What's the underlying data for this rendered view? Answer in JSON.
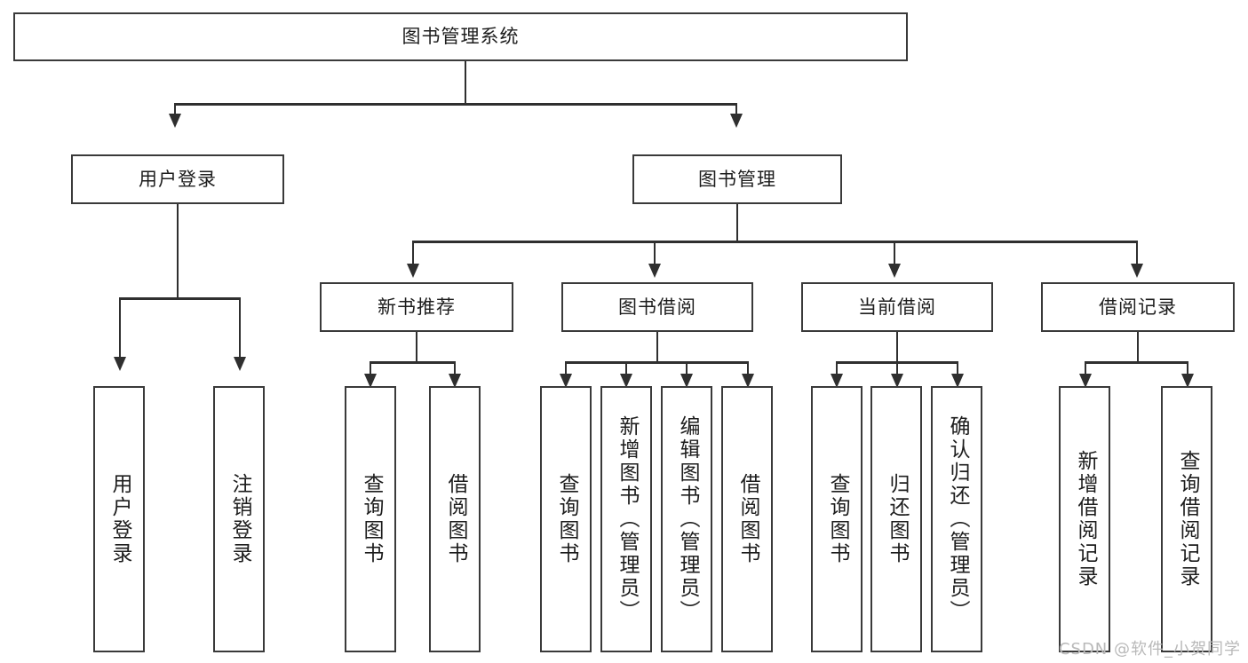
{
  "diagram": {
    "title": "图书管理系统",
    "type": "hierarchy-tree",
    "watermark": "CSDN @软件_小贺同学",
    "colors": {
      "background": "#ffffff",
      "box_border": "#3a3a3a",
      "connector": "#2f2f2f",
      "text": "#1d1d1d",
      "watermark": "#b9b9b9"
    },
    "root": {
      "id": "root",
      "label": "图书管理系统"
    },
    "level2": [
      {
        "id": "user-login",
        "label": "用户登录"
      },
      {
        "id": "book-manage",
        "label": "图书管理"
      }
    ],
    "level3": [
      {
        "id": "new-book-rec",
        "label": "新书推荐"
      },
      {
        "id": "book-borrow",
        "label": "图书借阅"
      },
      {
        "id": "current-borrow",
        "label": "当前借阅"
      },
      {
        "id": "borrow-record",
        "label": "借阅记录"
      }
    ],
    "leaves": {
      "user_login": [
        {
          "id": "leaf-user-login",
          "label": "用户登录"
        },
        {
          "id": "leaf-user-logout",
          "label": "注销登录"
        }
      ],
      "new_book_rec": [
        {
          "id": "leaf-query-book-1",
          "label": "查询图书"
        },
        {
          "id": "leaf-borrow-book-1",
          "label": "借阅图书"
        }
      ],
      "book_borrow": [
        {
          "id": "leaf-query-book-2",
          "label": "查询图书"
        },
        {
          "id": "leaf-add-book",
          "label": "新增图书（管理员）"
        },
        {
          "id": "leaf-edit-book",
          "label": "编辑图书（管理员）"
        },
        {
          "id": "leaf-borrow-book-2",
          "label": "借阅图书"
        }
      ],
      "current_borrow": [
        {
          "id": "leaf-query-book-3",
          "label": "查询图书"
        },
        {
          "id": "leaf-return-book",
          "label": "归还图书"
        },
        {
          "id": "leaf-confirm-return",
          "label": "确认归还（管理员）"
        }
      ],
      "borrow_record": [
        {
          "id": "leaf-add-record",
          "label": "新增借阅记录"
        },
        {
          "id": "leaf-query-record",
          "label": "查询借阅记录"
        }
      ]
    }
  }
}
